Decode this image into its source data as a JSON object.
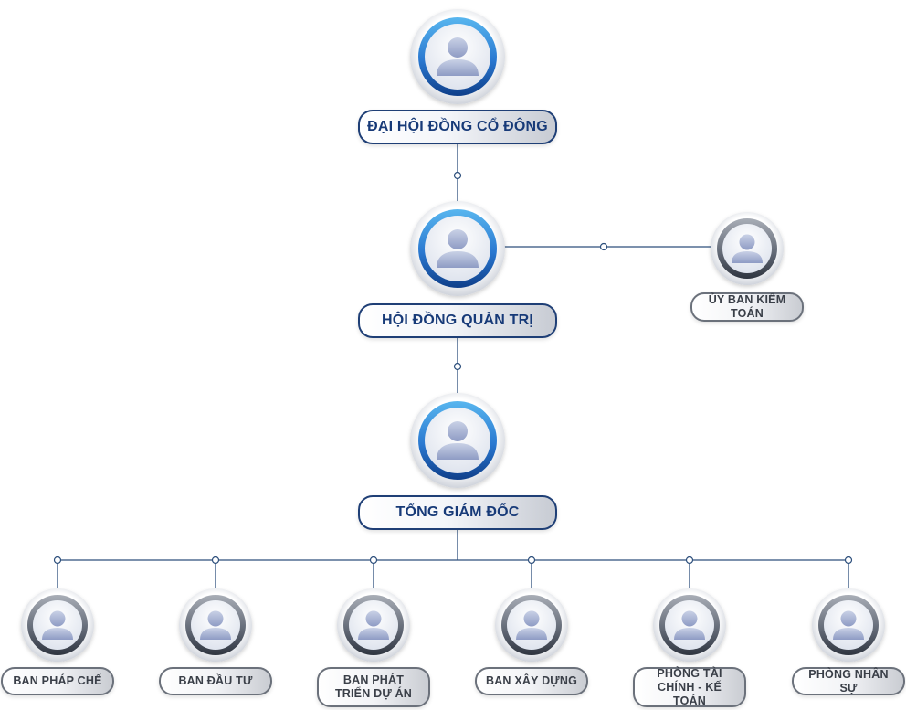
{
  "nodes": {
    "dai_hoi_dong_co_dong": "ĐẠI HỘI ĐỒNG CỔ ĐÔNG",
    "hoi_dong_quan_tri": "HỘI ĐỒNG QUẢN TRỊ",
    "uy_ban_kiem_toan": "ỦY BAN KIỂM TOÁN",
    "tong_giam_doc": "TỔNG GIÁM ĐỐC",
    "departments": [
      "BAN PHÁP CHẾ",
      "BAN ĐẦU TƯ",
      "BAN PHÁT TRIỂN DỰ ÁN",
      "BAN XÂY DỰNG",
      "PHÒNG TÀI CHÍNH - KẾ TOÁN",
      "PHÒNG NHÂN SỰ"
    ]
  },
  "colors": {
    "primary_ring": "#2f7fd6",
    "secondary_ring": "#5d6470",
    "connector": "#2d4f7c",
    "label_text": "#173a78"
  },
  "icons": {
    "node_avatar": "person-icon"
  }
}
